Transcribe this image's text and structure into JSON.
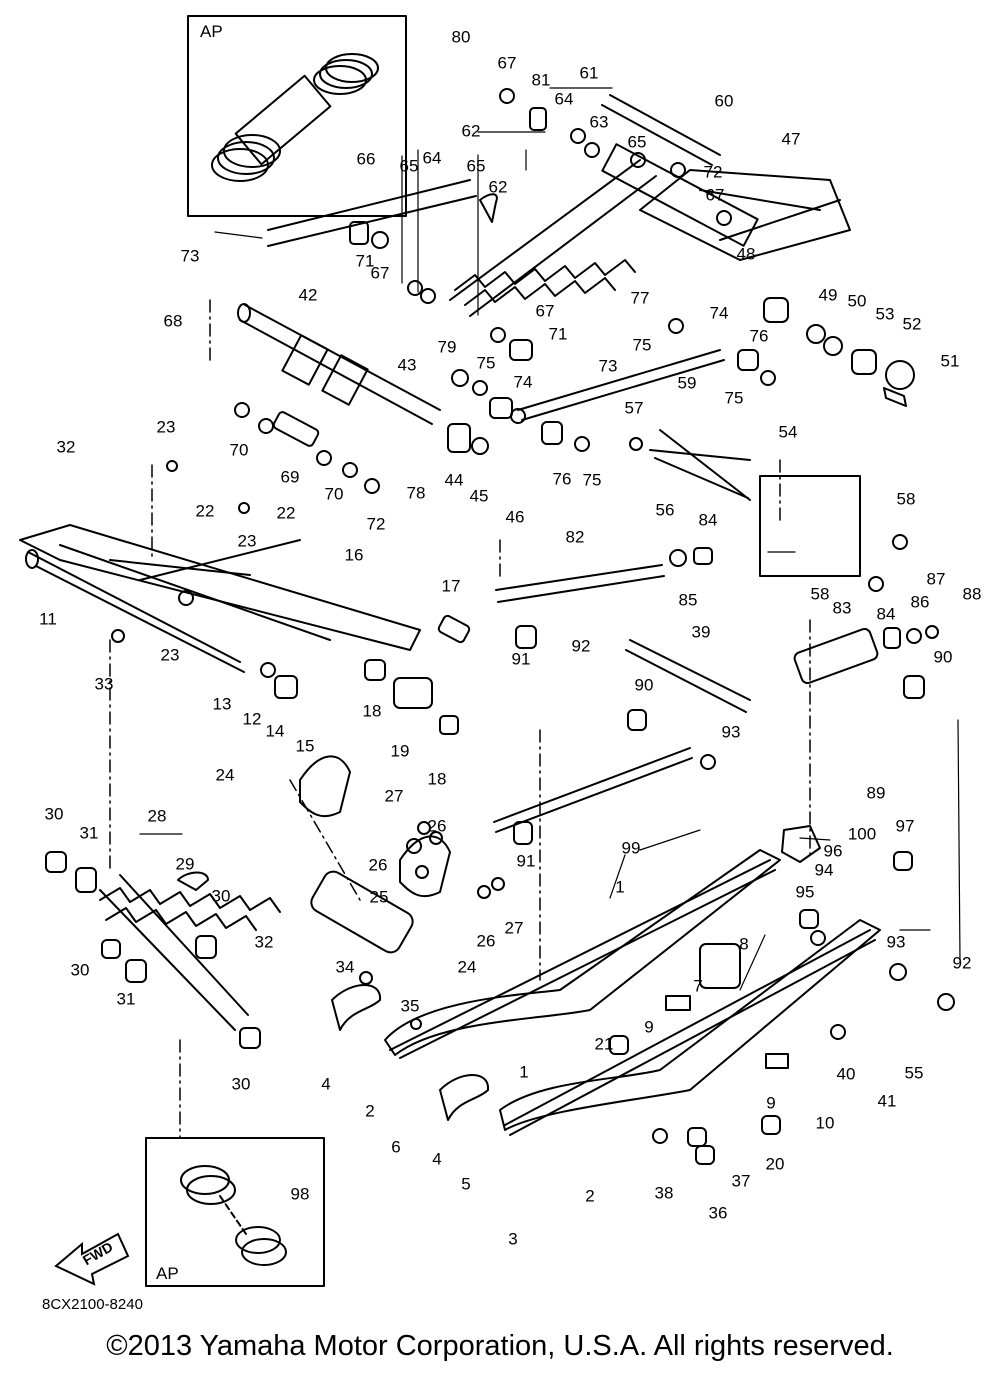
{
  "diagram": {
    "inset_top_label": "AP",
    "inset_bottom_label": "AP",
    "fwd_label": "FWD",
    "drawing_code": "8CX2100-8240",
    "copyright": "©2013 Yamaha Motor Corporation, U.S.A. All rights reserved."
  },
  "callouts": [
    "1",
    "1",
    "2",
    "2",
    "3",
    "4",
    "4",
    "5",
    "6",
    "7",
    "8",
    "9",
    "9",
    "10",
    "11",
    "12",
    "13",
    "14",
    "15",
    "16",
    "17",
    "18",
    "18",
    "19",
    "20",
    "21",
    "22",
    "22",
    "23",
    "23",
    "23",
    "24",
    "24",
    "25",
    "26",
    "26",
    "26",
    "27",
    "27",
    "28",
    "29",
    "30",
    "30",
    "30",
    "30",
    "31",
    "31",
    "32",
    "32",
    "33",
    "34",
    "35",
    "36",
    "37",
    "38",
    "39",
    "40",
    "41",
    "42",
    "43",
    "44",
    "45",
    "46",
    "47",
    "48",
    "49",
    "50",
    "51",
    "52",
    "53",
    "54",
    "55",
    "56",
    "57",
    "58",
    "58",
    "59",
    "60",
    "61",
    "62",
    "62",
    "63",
    "64",
    "64",
    "65",
    "65",
    "65",
    "66",
    "67",
    "67",
    "67",
    "67",
    "68",
    "69",
    "70",
    "70",
    "71",
    "71",
    "72",
    "72",
    "73",
    "73",
    "74",
    "74",
    "75",
    "75",
    "75",
    "75",
    "76",
    "76",
    "77",
    "78",
    "79",
    "80",
    "81",
    "82",
    "83",
    "84",
    "84",
    "85",
    "86",
    "87",
    "88",
    "89",
    "90",
    "90",
    "91",
    "91",
    "92",
    "92",
    "93",
    "93",
    "94",
    "95",
    "96",
    "97",
    "98",
    "99",
    "100"
  ]
}
